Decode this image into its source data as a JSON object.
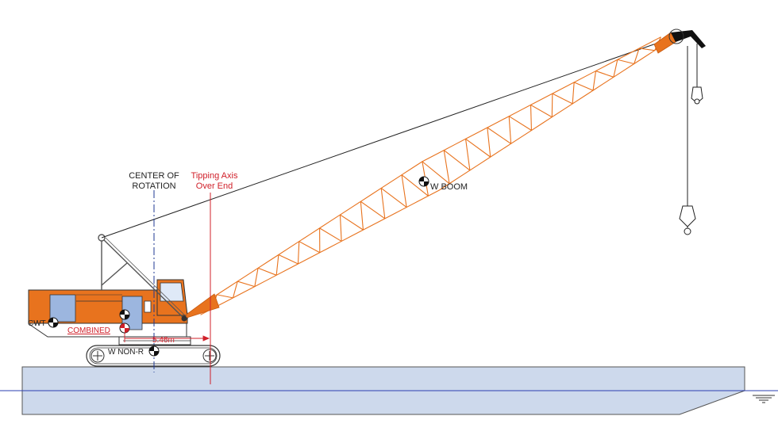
{
  "labels": {
    "center_of_rotation_line1": "CENTER OF",
    "center_of_rotation_line2": "ROTATION",
    "tipping_axis_line1": "Tipping Axis",
    "tipping_axis_line2": "Over End",
    "w_boom": "W BOOM",
    "cwt": "CWT",
    "combined": "COMBINED",
    "dimension": "5.46m",
    "w_non_r": "W NON-R"
  },
  "colors": {
    "crane_orange": "#e8731e",
    "cab_blue": "#9cb6df",
    "barge_fill": "#cdd9ec",
    "barge_stroke": "#555555",
    "water_line": "#2a3fb0",
    "tipping_red": "#d0202a",
    "center_blue": "#1f3a93"
  },
  "icons": {
    "cog_marker": "center-of-gravity-icon",
    "hook": "hook-icon",
    "water_level": "water-level-icon"
  }
}
